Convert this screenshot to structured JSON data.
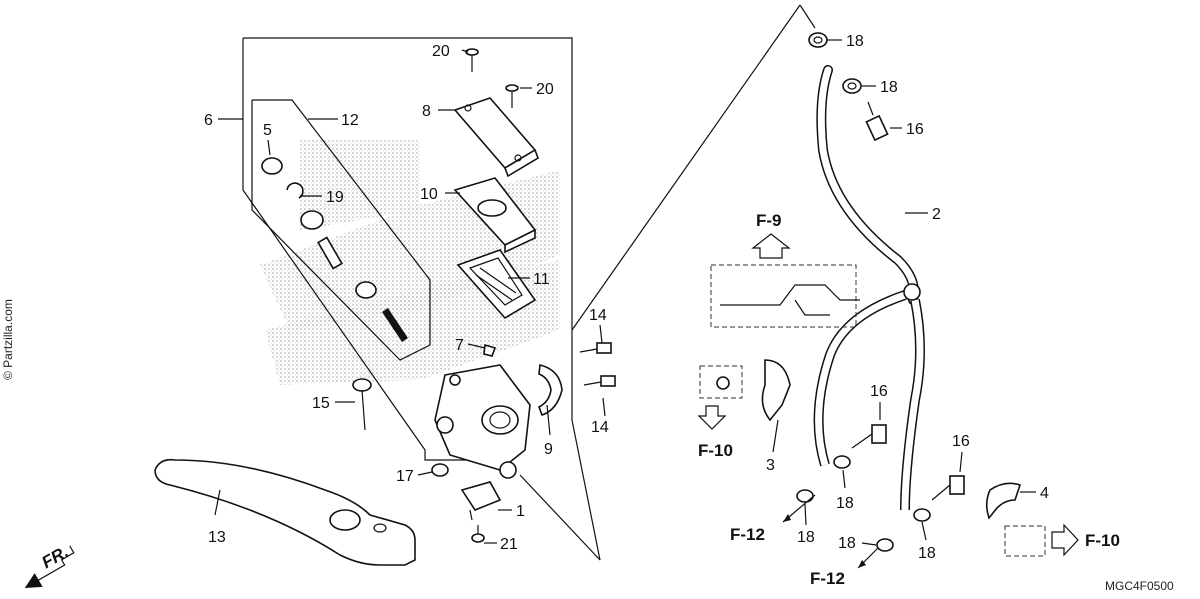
{
  "watermark": "© Partzilla.com",
  "diagram_code": "MGC4F0500",
  "direction_label": "FR.",
  "callouts": {
    "c1": "1",
    "c2": "2",
    "c3": "3",
    "c4": "4",
    "c5": "5",
    "c6": "6",
    "c7": "7",
    "c8": "8",
    "c9": "9",
    "c10": "10",
    "c11": "11",
    "c12": "12",
    "c13": "13",
    "c14a": "14",
    "c14b": "14",
    "c15": "15",
    "c16a": "16",
    "c16b": "16",
    "c16c": "16",
    "c17": "17",
    "c18a": "18",
    "c18b": "18",
    "c18c": "18",
    "c18d": "18",
    "c18e": "18",
    "c18f": "18",
    "c19": "19",
    "c20a": "20",
    "c20b": "20",
    "c21": "21"
  },
  "references": {
    "f9": "F-9",
    "f10a": "F-10",
    "f10b": "F-10",
    "f12a": "F-12",
    "f12b": "F-12"
  }
}
